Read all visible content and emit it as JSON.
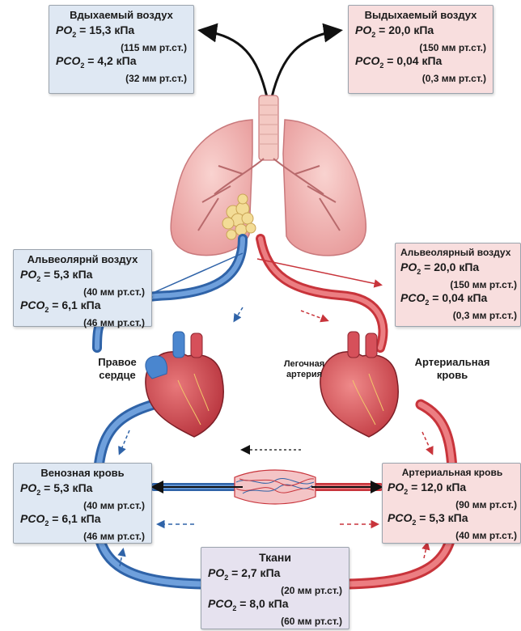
{
  "inhaled": {
    "title": "Вдыхаемый воздух",
    "po2_symbol": "PO",
    "po2_value": "= 15,3 кПа",
    "po2_mm": "(115 мм рт.ст.)",
    "pco2_symbol": "PCO",
    "pco2_value": "= 4,2 кПа",
    "pco2_mm": "(32 мм рт.ст.)"
  },
  "exhaled": {
    "title": "Выдыхаемый воздух",
    "po2_symbol": "PO",
    "po2_value": "= 20,0 кПа",
    "po2_mm": "(150 мм рт.ст.)",
    "pco2_symbol": "PCO",
    "pco2_value": "= 0,04 кПа",
    "pco2_mm": "(0,3 мм рт.ст.)"
  },
  "alveolar_left": {
    "title": "Альвеолярнй воздух",
    "po2_symbol": "PO",
    "po2_value": "= 5,3 кПа",
    "po2_mm": "(40 мм рт.ст.)",
    "pco2_symbol": "PCO",
    "pco2_value": "= 6,1 кПа",
    "pco2_mm": "(46 мм рт.ст.)"
  },
  "alveolar_right": {
    "title": "Альвеолярный воздух",
    "po2_symbol": "PO",
    "po2_value": "= 20,0 кПа",
    "po2_mm": "(150 мм рт.ст.)",
    "pco2_symbol": "PCO",
    "pco2_value": "= 0,04 кПа",
    "pco2_mm": "(0,3 мм рт.ст.)"
  },
  "venous": {
    "title": "Венозная кровь",
    "po2_symbol": "PO",
    "po2_value": "= 5,3 кПа",
    "po2_mm": "(40 мм рт.ст.)",
    "pco2_symbol": "PCO",
    "pco2_value": "= 6,1 кПа",
    "pco2_mm": "(46 мм рт.ст.)"
  },
  "arterial": {
    "title": "Артериальная кровь",
    "po2_symbol": "PO",
    "po2_value": "= 12,0 кПа",
    "po2_mm": "(90 мм рт.ст.)",
    "pco2_symbol": "PCO",
    "pco2_value": "= 5,3 кПа",
    "pco2_mm": "(40 мм рт.ст.)"
  },
  "tissues": {
    "title": "Ткани",
    "po2_symbol": "PO",
    "po2_value": "= 2,7 кПа",
    "po2_mm": "(20 мм рт.ст.)",
    "pco2_symbol": "PCO",
    "pco2_value": "= 8,0 кПа",
    "pco2_mm": "(60 мм рт.ст.)"
  },
  "sub2": "2",
  "labels": {
    "right_heart": "Правое\nсердце",
    "pulmonary_artery": "Легочная\nартерия",
    "arterial_blood": "Артериальная\nкровь"
  },
  "colors": {
    "venous_blue": "#3a78c2",
    "arterial_red": "#d9434a",
    "lung_pink": "#f0b3b3",
    "box_blue": "#dfe8f3",
    "box_pink": "#f8dede",
    "box_lavender": "#e6e2ef"
  }
}
